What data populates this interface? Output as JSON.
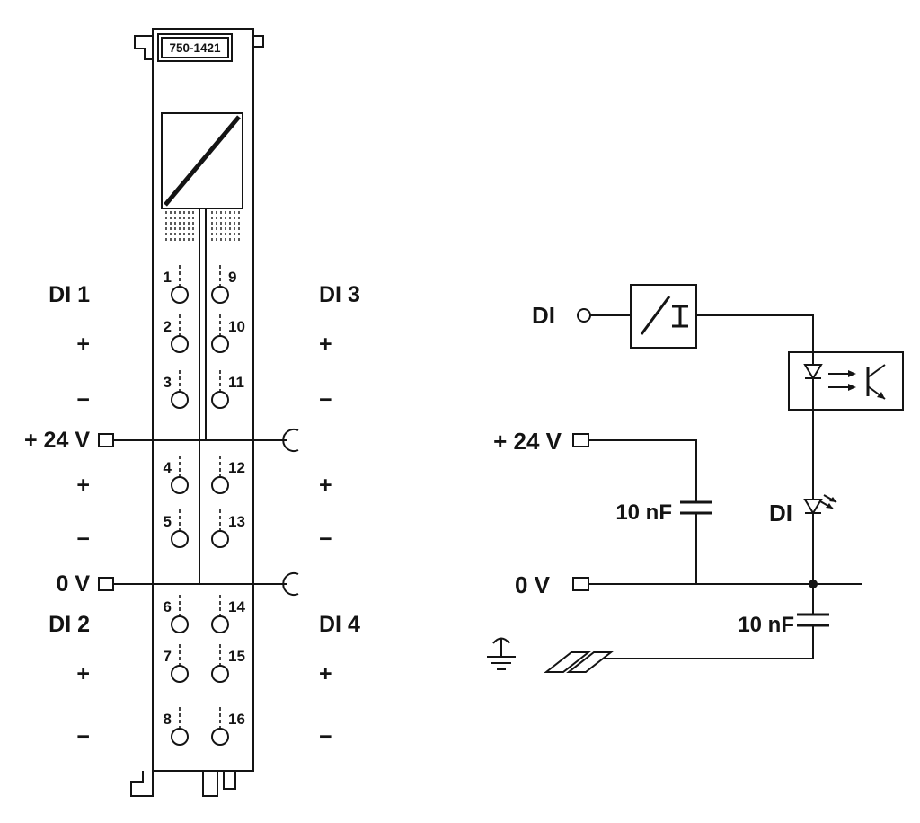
{
  "module": {
    "part_number": "750-1421",
    "left_labels": [
      "DI 1",
      "+",
      "−",
      "+ 24 V",
      "+",
      "−",
      "0 V",
      "DI 2",
      "+",
      "−"
    ],
    "right_labels": [
      "DI 3",
      "+",
      "−",
      "+",
      "−",
      "DI 4",
      "+",
      "−"
    ],
    "left_column_contacts": [
      "1",
      "2",
      "3",
      "4",
      "5",
      "6",
      "7",
      "8"
    ],
    "right_column_contacts": [
      "9",
      "10",
      "11",
      "12",
      "13",
      "14",
      "15",
      "16"
    ]
  },
  "schematic": {
    "input_label": "DI",
    "supply_label": "+ 24 V",
    "ground_label": "0 V",
    "filter_cap_label": "10 nF",
    "earth_cap_label": "10 nF",
    "led_label": "DI"
  },
  "icons": {
    "input_filter": "input-filter-icon",
    "optocoupler": "optocoupler-icon",
    "status_led": "status-led-icon",
    "capacitor": "capacitor-icon",
    "earth_ground": "earth-ground-icon",
    "din_rail": "din-rail-icon"
  },
  "colors": {
    "line": "#141414",
    "background": "#ffffff"
  }
}
